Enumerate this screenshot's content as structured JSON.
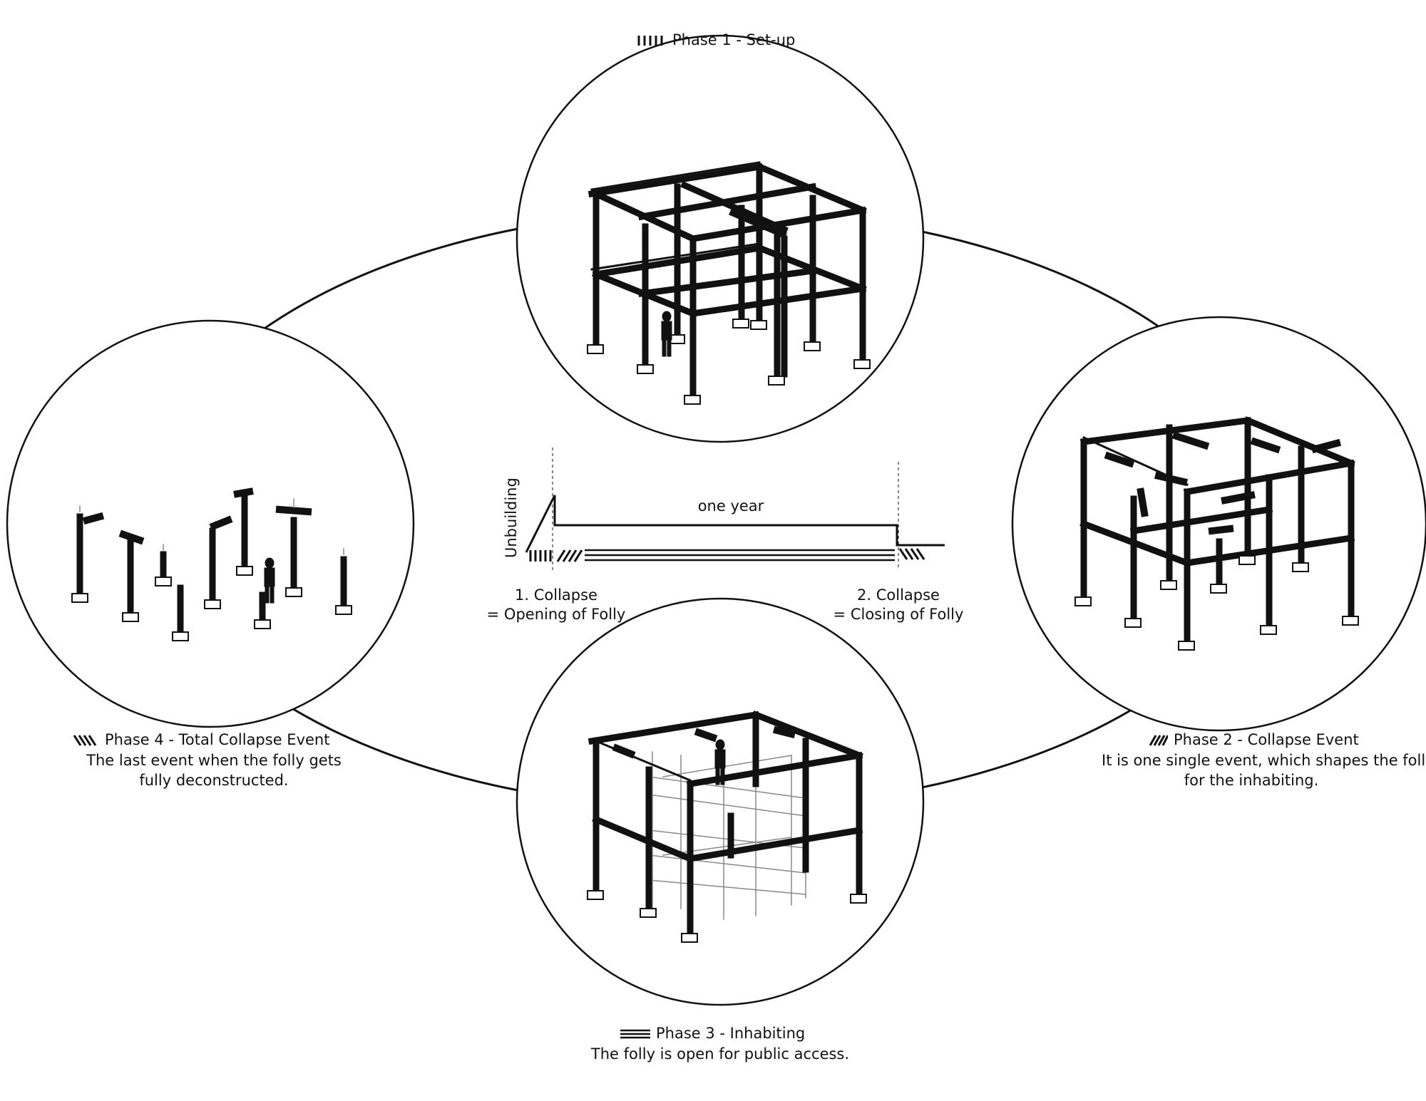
{
  "phases": [
    {
      "id": "phase1",
      "title": "Phase 1 - Set-up",
      "desc_lines": []
    },
    {
      "id": "phase2",
      "title": "Phase 2 - Collapse Event",
      "desc_lines": [
        "It is one single event, which shapes the folly",
        "for the inhabiting."
      ]
    },
    {
      "id": "phase3",
      "title": "Phase 3 - Inhabiting",
      "desc_lines": [
        "The folly is open for public access."
      ]
    },
    {
      "id": "phase4",
      "title": "Phase 4 - Total Collapse Event",
      "desc_lines": [
        "The last event when the folly gets",
        "fully deconstructed."
      ]
    }
  ],
  "timeline": {
    "y_axis_label": "Unbuilding",
    "duration_label": "one year",
    "event1_lines": [
      "1. Collapse",
      "= Opening of Folly"
    ],
    "event2_lines": [
      "2. Collapse",
      "= Closing of Folly"
    ]
  },
  "icons": {
    "phase1": "vertical-hatch-icon",
    "phase2": "diagonal-hatch-icon",
    "phase3": "horizontal-lines-icon",
    "phase4": "diagonal-hatch-reverse-icon"
  },
  "colors": {
    "ink": "#111111",
    "background": "#ffffff",
    "scaffold": "#888888"
  }
}
